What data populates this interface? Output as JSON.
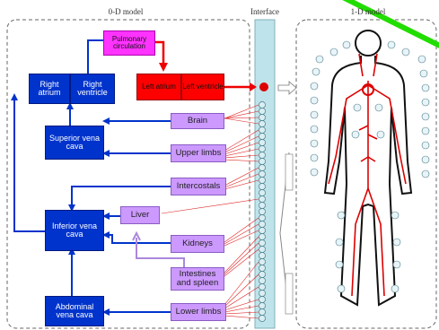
{
  "titles": {
    "zero_d": "0-D model",
    "interface": "Interface",
    "one_d": "1-D model"
  },
  "boxes": {
    "pulmonary": "Pulmonary circulation",
    "right_atrium": "Right atrium",
    "right_ventricle": "Right ventricle",
    "left_atrium": "Left atrium",
    "left_ventricle": "Left ventricle",
    "superior_vena_cava": "Superior vena cava",
    "inferior_vena_cava": "Inferior vena cava",
    "abdominal_vena_cava": "Abdominal vena cava",
    "brain": "Brain",
    "upper_limbs": "Upper limbs",
    "intercostals": "Intercostals",
    "liver": "Liver",
    "kidneys": "Kidneys",
    "intestines_spleen": "Intestines and spleen",
    "lower_limbs": "Lower limbs"
  },
  "colors": {
    "venous_blue": "#0033cc",
    "organ_purple": "#cc99ff",
    "arterial_red": "#ff0000",
    "pulmonary_magenta": "#ff33ff",
    "interface_teal": "#bfe3ea",
    "annotation_green": "#22dd00"
  }
}
